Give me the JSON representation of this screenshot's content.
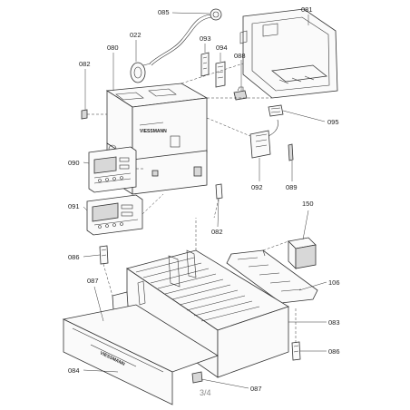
{
  "diagram": {
    "page_number": "3/4",
    "labels": {
      "p085": "085",
      "p081": "081",
      "p022": "022",
      "p093": "093",
      "p094": "094",
      "p080": "080",
      "p088": "088",
      "p082a": "082",
      "p095": "095",
      "p090": "090",
      "p092": "092",
      "p089": "089",
      "p091": "091",
      "p082b": "082",
      "p150": "150",
      "p086a": "086",
      "p106": "106",
      "p087a": "087",
      "p083": "083",
      "p086b": "086",
      "p084": "084",
      "p087b": "087"
    }
  }
}
